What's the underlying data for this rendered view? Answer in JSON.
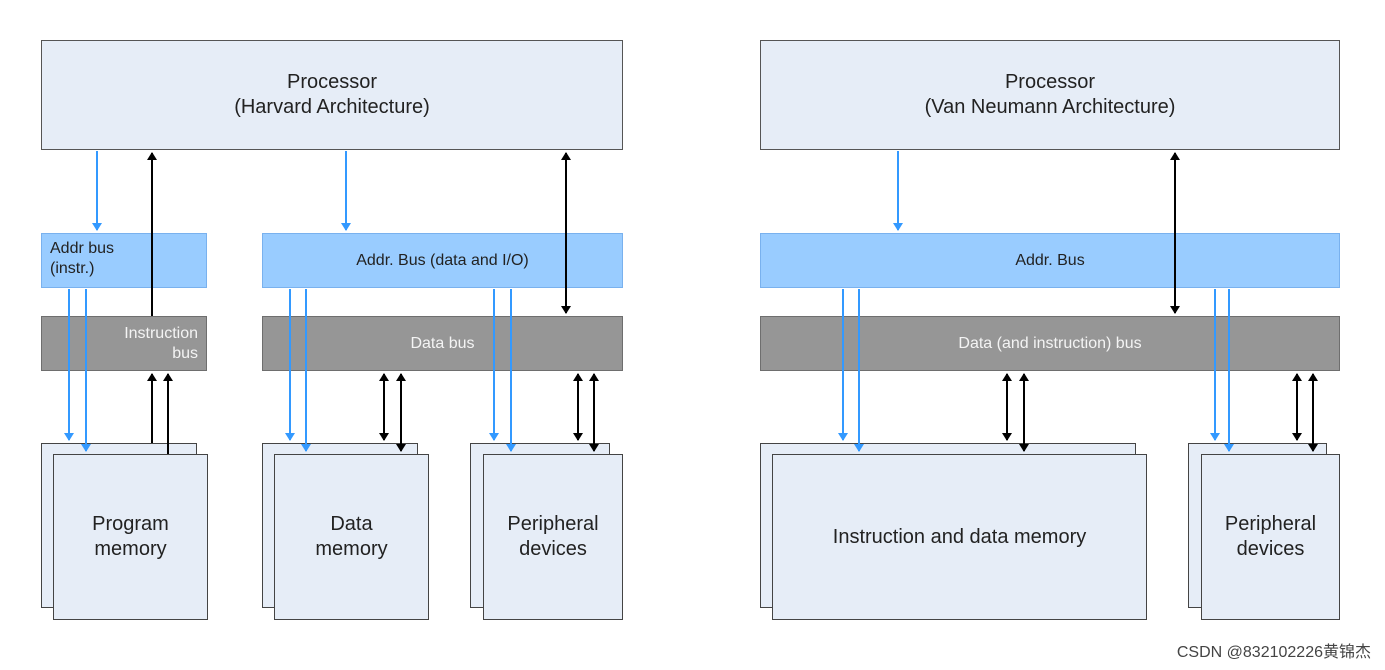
{
  "harvard": {
    "processor": "Processor\n(Harvard Architecture)",
    "addr_bus_instr": "Addr bus\n(instr.)",
    "addr_bus_data": "Addr. Bus (data and I/O)",
    "instruction_bus": "Instruction\nbus",
    "data_bus": "Data bus",
    "program_memory": "Program\nmemory",
    "data_memory": "Data\nmemory",
    "peripheral_devices": "Peripheral\ndevices"
  },
  "von_neumann": {
    "processor": "Processor\n(Van Neumann Architecture)",
    "addr_bus": "Addr. Bus",
    "data_bus": "Data (and instruction) bus",
    "memory": "Instruction and data memory",
    "peripheral_devices": "Peripheral\ndevices"
  },
  "watermark": "CSDN @832102226黄锦杰",
  "colors": {
    "addr_arrow": "#3399ff",
    "data_arrow": "#000000"
  }
}
